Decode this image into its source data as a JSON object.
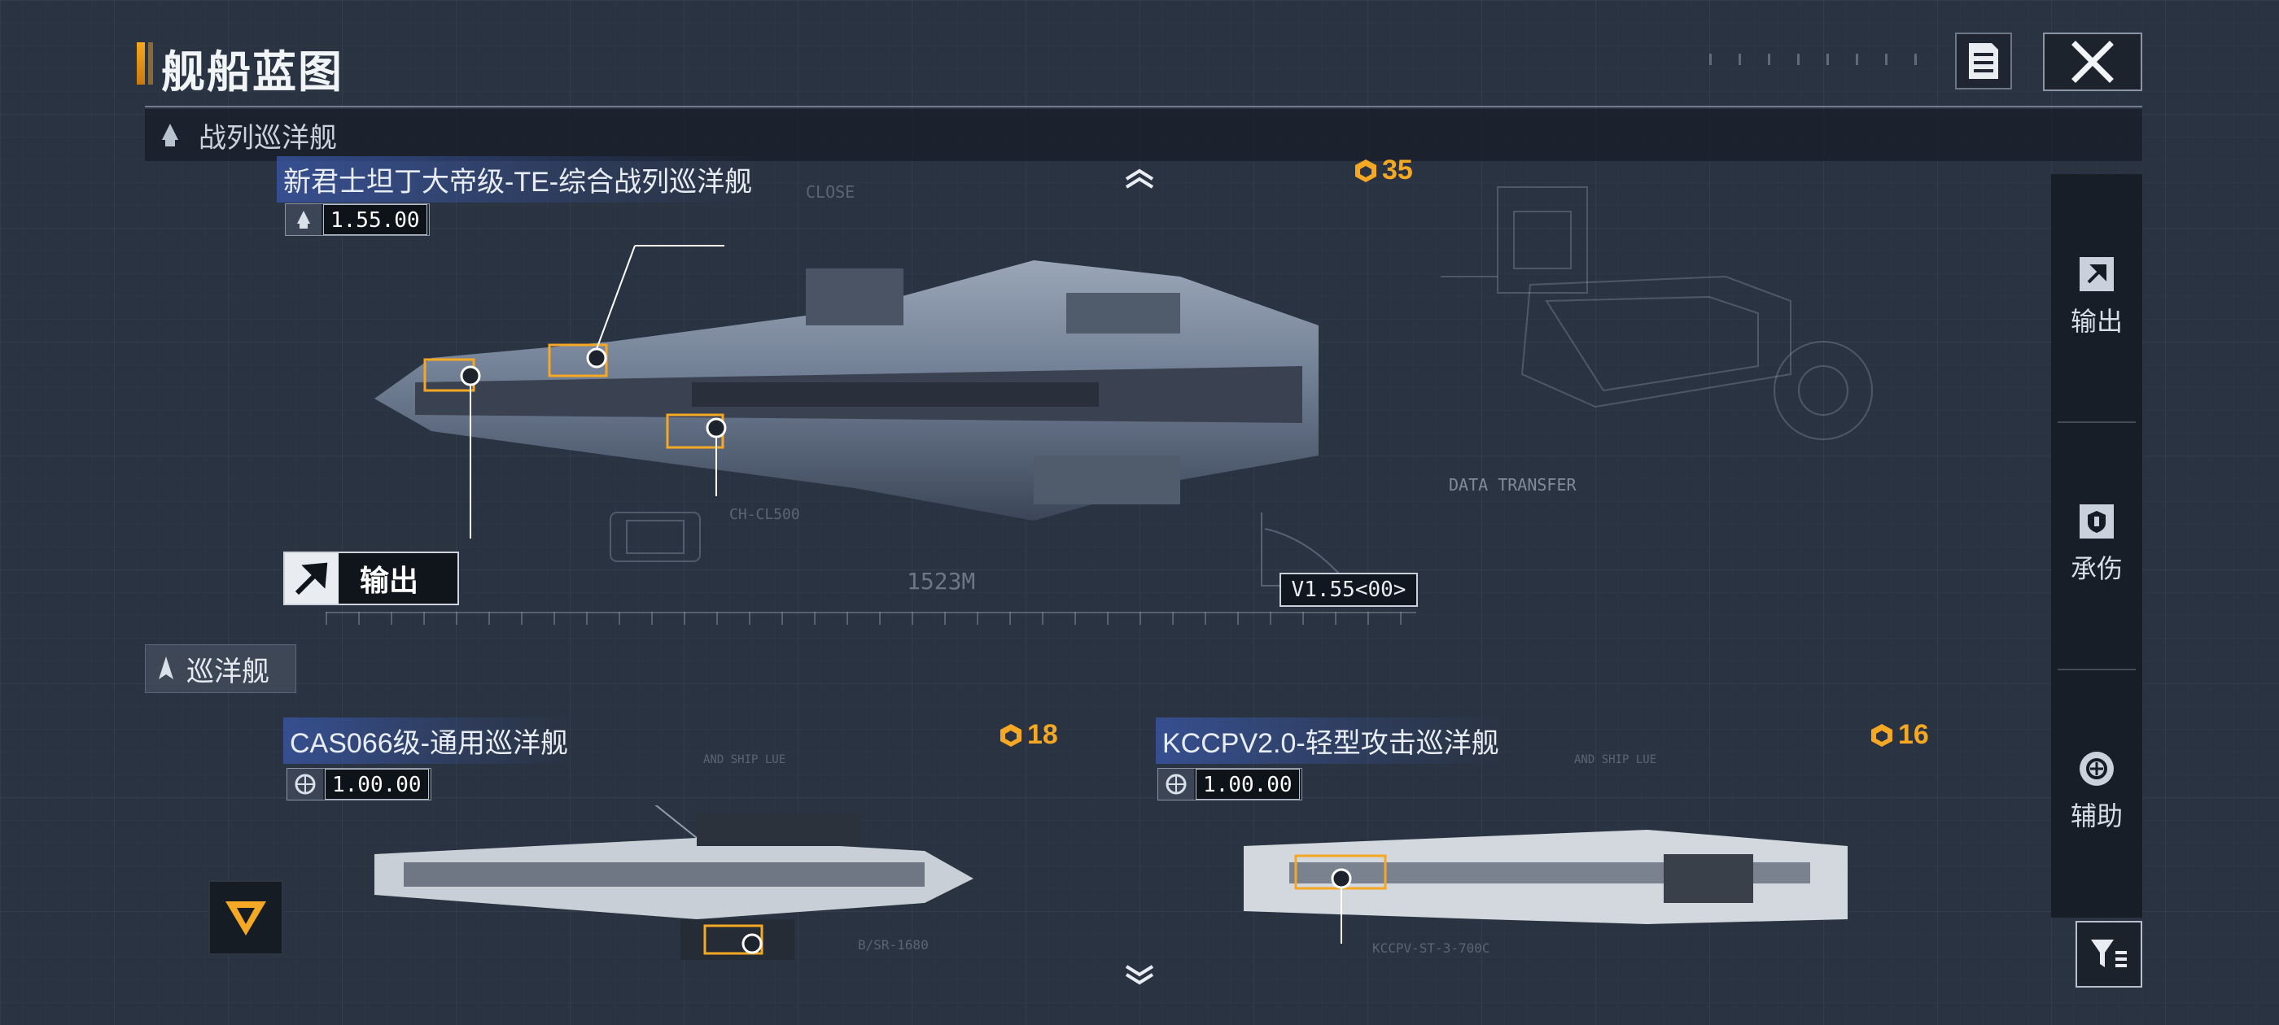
{
  "header": {
    "title": "舰船蓝图"
  },
  "categories": {
    "battlecruiser": "战列巡洋舰",
    "cruiser": "巡洋舰"
  },
  "featured_ship": {
    "name": "新君士坦丁大帝级-TE-综合战列巡洋舰",
    "version_badge": "1.55.00",
    "cost": "35",
    "role_tag": "输出",
    "version_label": "V1.55<00>",
    "length_label": "1523M",
    "deco_close": "CLOSE",
    "deco_data_transfer": "DATA TRANSFER",
    "deco_code": "CH-CL500"
  },
  "cruisers": [
    {
      "name": "CAS066级-通用巡洋舰",
      "version_badge": "1.00.00",
      "cost": "18",
      "deco_code": "B/SR-1680",
      "deco_sub": "AND SHIP LUE"
    },
    {
      "name": "KCCPV2.0-轻型攻击巡洋舰",
      "version_badge": "1.00.00",
      "cost": "16",
      "deco_code": "KCCPV-ST-3-700C",
      "deco_sub": "AND SHIP LUE"
    }
  ],
  "side_filters": [
    {
      "label": "输出",
      "icon": "arrow-out-icon"
    },
    {
      "label": "承伤",
      "icon": "shield-icon"
    },
    {
      "label": "辅助",
      "icon": "support-icon"
    }
  ],
  "colors": {
    "accent_orange": "#f5a823",
    "name_highlight": "#3a58aa",
    "background": "#2a3341"
  }
}
